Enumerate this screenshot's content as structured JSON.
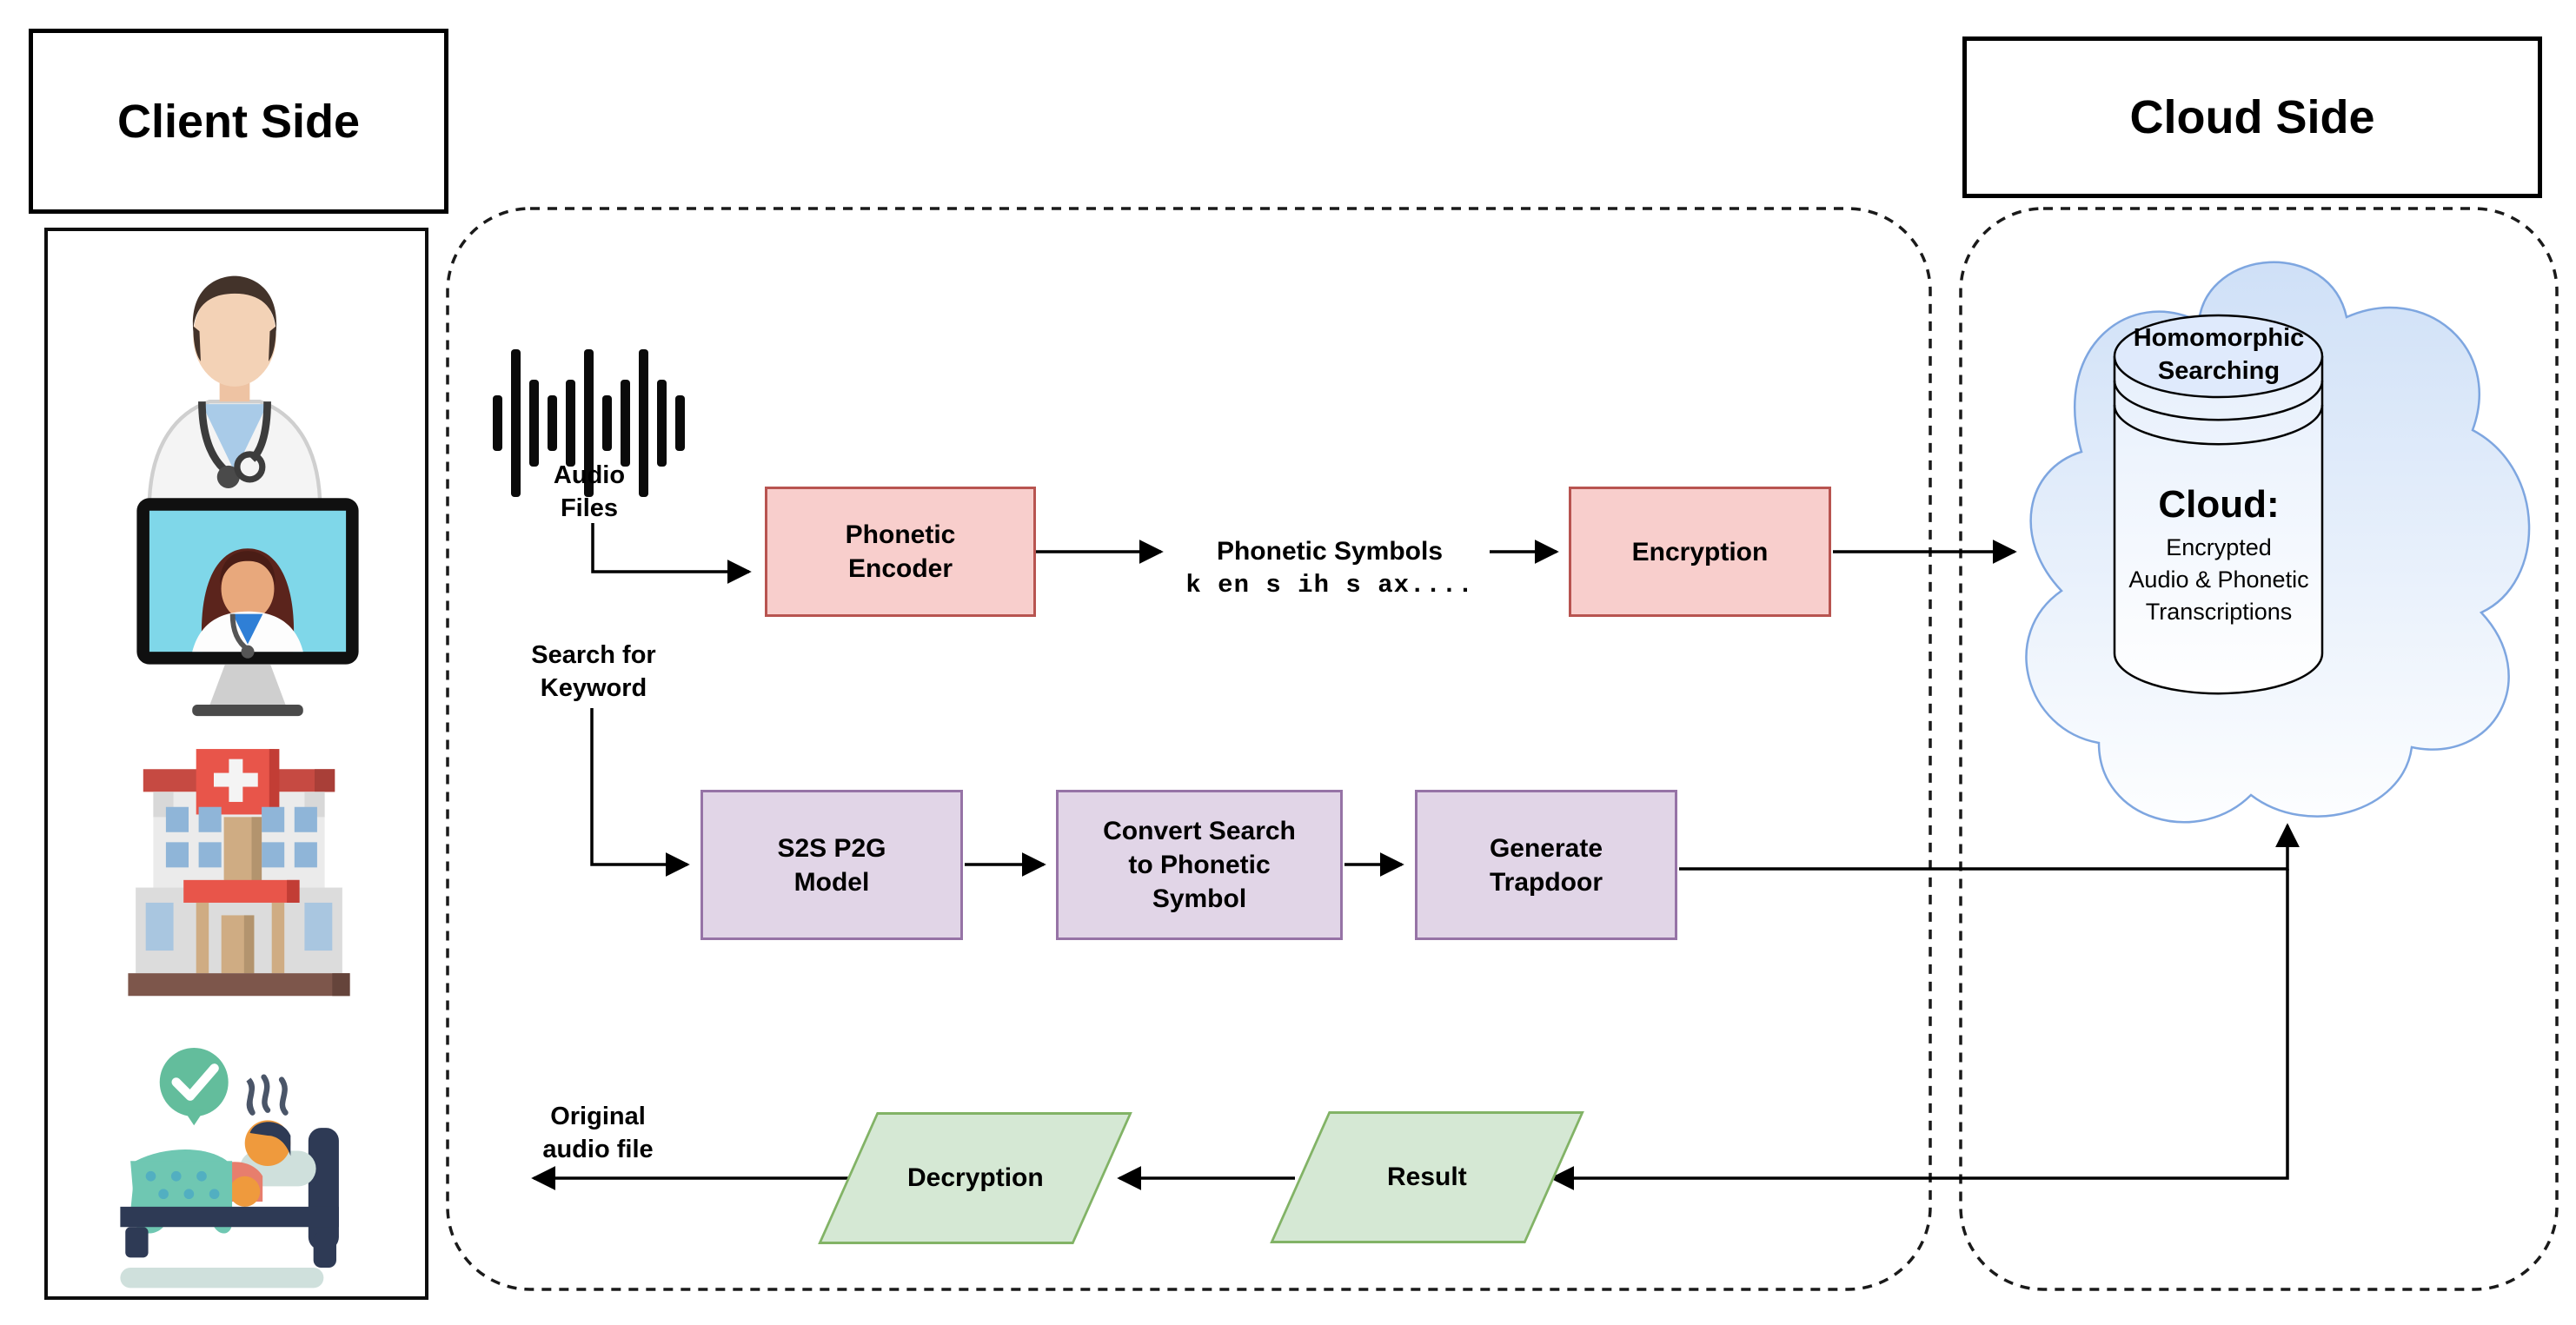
{
  "titles": {
    "client": "Client Side",
    "cloud": "Cloud Side"
  },
  "client": {
    "icons": [
      {
        "name": "doctor-icon"
      },
      {
        "name": "telemedicine-icon"
      },
      {
        "name": "hospital-icon"
      },
      {
        "name": "patient-bed-icon"
      }
    ]
  },
  "flow": {
    "audio_label": "Audio Files",
    "phonetic_encoder": "Phonetic Encoder",
    "phonetic_symbols_title": "Phonetic Symbols",
    "phonetic_symbols_value": "k en s ih s ax....",
    "encryption": "Encryption",
    "search_label": "Search for Keyword",
    "s2s_model": "S2S P2G Model",
    "convert_search": "Convert Search to Phonetic Symbol",
    "generate_trapdoor": "Generate Trapdoor",
    "original_label": "Original audio file",
    "decryption": "Decryption",
    "result": "Result"
  },
  "cloud_node": {
    "db_top": "Homomorphic Searching",
    "heading": "Cloud:",
    "lines": [
      "Encrypted",
      "Audio & Phonetic",
      "Transcriptions"
    ]
  },
  "colors": {
    "process_fill": "#f8cecc",
    "process_border": "#b85450",
    "model_fill": "#e1d5e7",
    "model_border": "#9673a6",
    "io_fill": "#d5e8d4",
    "io_border": "#82b366",
    "cloud_fill": "#d6e4f8",
    "cloud_border": "#7ea6e0"
  }
}
